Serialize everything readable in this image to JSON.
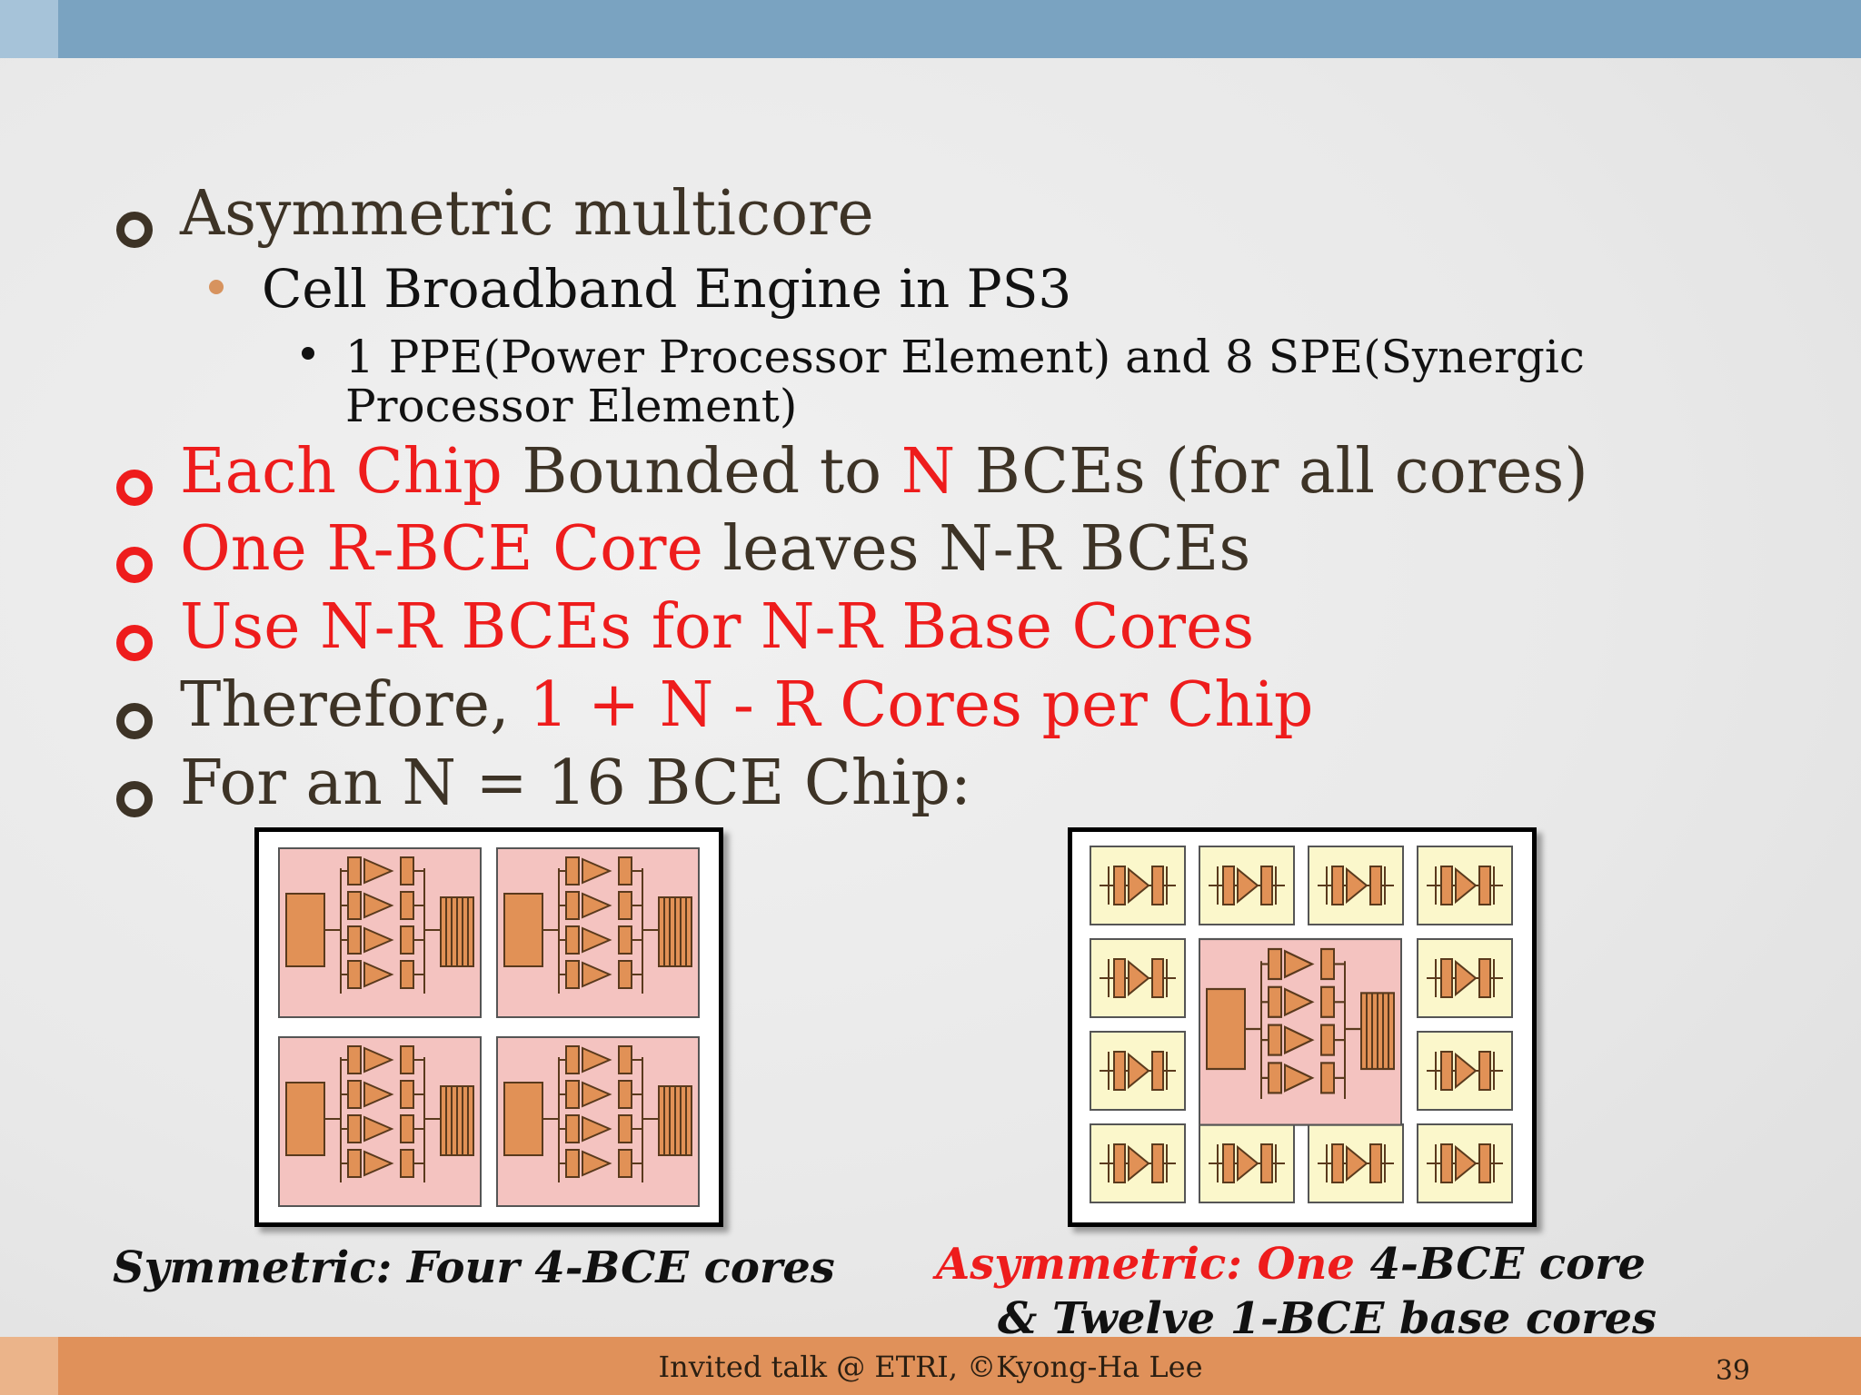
{
  "slide": {
    "bullets": [
      {
        "text": "Asymmetric multicore"
      },
      {
        "sub": "Cell Broadband Engine in PS3"
      },
      {
        "subsub_line1": "1 PPE(Power Processor Element) and 8 SPE(Synergic",
        "subsub_line2": "Processor Element)"
      },
      {
        "red_a": "Each Chip",
        "plain_b": " Bounded to ",
        "red_c": "N",
        "plain_d": " BCEs (for all cores)"
      },
      {
        "red_a": "One R-BCE Core",
        "plain_b": " leaves N-R BCEs"
      },
      {
        "red_a": "Use N-R BCEs for N-R Base Cores"
      },
      {
        "plain_a": "Therefore, ",
        "red_b": "1 + N - R Cores per Chip"
      },
      {
        "text": "For an N = 16 BCE Chip:"
      }
    ],
    "captions": {
      "symmetric": "Symmetric: Four 4-BCE cores",
      "asym_red": "Asymmetric: One",
      "asym_black": " 4-BCE core",
      "asym_line2": "& Twelve 1-BCE base cores"
    },
    "footer": "Invited talk @ ETRI, ©Kyong-Ha Lee",
    "page_number": "39"
  },
  "colors": {
    "accent_red": "#ee1c1c",
    "top_bar": "#7aa3c1",
    "bottom_bar": "#e0915a",
    "core_pink": "#f4c3c0",
    "core_yellow": "#fbf7cb",
    "component_orange": "#e19156"
  }
}
